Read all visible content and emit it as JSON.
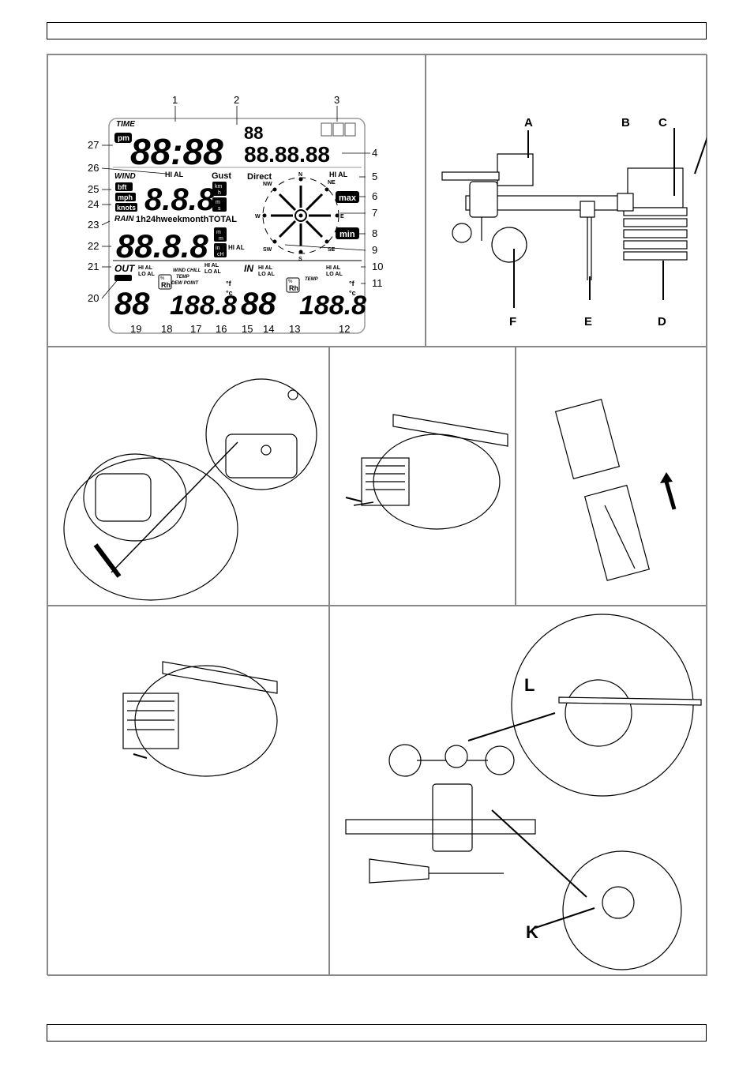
{
  "lcd": {
    "callouts": [
      "1",
      "2",
      "3",
      "4",
      "5",
      "6",
      "7",
      "8",
      "9",
      "10",
      "11",
      "12",
      "13",
      "14",
      "15",
      "16",
      "17",
      "18",
      "19",
      "20",
      "21",
      "22",
      "23",
      "24",
      "25",
      "26",
      "27"
    ],
    "time_label": "TIME",
    "pm": "pm",
    "time_digits": "88:88",
    "small_digits": "88",
    "date_digits": "88.88.88",
    "wind_label": "WIND",
    "hi_al": "HI AL",
    "gust": "Gust",
    "direct": "Direct",
    "bft": "bft",
    "mph": "mph",
    "knots": "knots",
    "kmh_k": "km",
    "kmh_h": "h",
    "ms_m": "m",
    "ms_s": "s",
    "wind_digits": "8.8.8",
    "compass": [
      "N",
      "NE",
      "E",
      "SE",
      "S",
      "SW",
      "W",
      "NW"
    ],
    "max": "max",
    "min": "min",
    "rain_label": "RAIN",
    "rain_periods": "1h24hweekmonthTOTAL",
    "rain_digits": "88.8.8",
    "mm_m1": "m",
    "mm_m2": "m",
    "in_i": "in",
    "in_ch": "cH",
    "out_label": "OUT",
    "hi_al_lo": "HI AL",
    "lo_al": "LO AL",
    "wind_chill": "WIND CHILL",
    "temp": "TEMP",
    "dew_point": "DEW POINT",
    "rh": "Rh",
    "pct": "%",
    "out_humid_digits": "88",
    "out_temp_digits": "188.8",
    "in_label": "IN",
    "in_humid_digits": "88",
    "in_temp_digits": "188.8",
    "deg_f": "°f",
    "deg_c": "°c"
  },
  "assembly": {
    "labels": [
      "A",
      "B",
      "C",
      "D",
      "E",
      "F"
    ]
  },
  "anemometer": {
    "labels": [
      "L",
      "K"
    ]
  }
}
